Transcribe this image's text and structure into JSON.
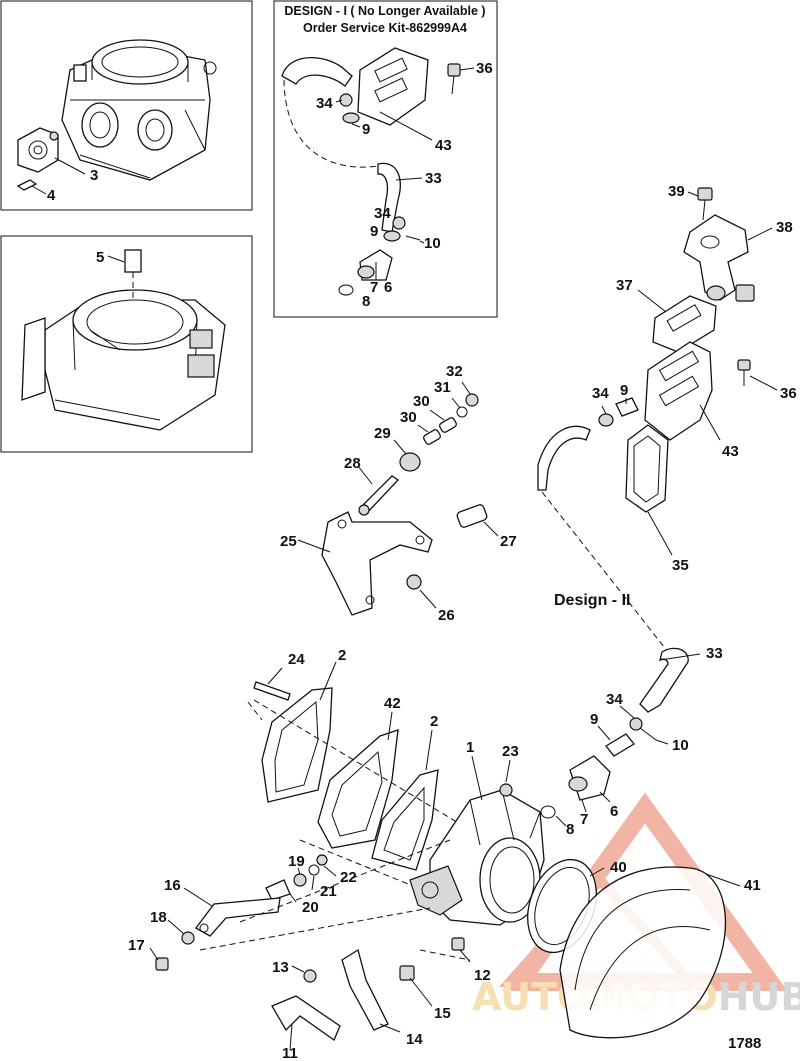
{
  "inset_design1": {
    "title": "DESIGN - I  ( No Longer Available )",
    "subtitle": "Order Service Kit-862999A4"
  },
  "design2_label": "Design - II",
  "figure_number": "1788",
  "watermark": {
    "text_part1": "AUTOMOTO",
    "text_part2": "HUB",
    "color_primary": "#f0b6a6",
    "color_secondary": "#f6d49a",
    "color_hub": "#c9c9c9"
  },
  "callouts": [
    {
      "id": "c3",
      "text": "3"
    },
    {
      "id": "c4",
      "text": "4"
    },
    {
      "id": "c5",
      "text": "5"
    },
    {
      "id": "c36a",
      "text": "36"
    },
    {
      "id": "c34a",
      "text": "34"
    },
    {
      "id": "c9a",
      "text": "9"
    },
    {
      "id": "c43a",
      "text": "43"
    },
    {
      "id": "c33a",
      "text": "33"
    },
    {
      "id": "c34b",
      "text": "34"
    },
    {
      "id": "c9b",
      "text": "9"
    },
    {
      "id": "c10a",
      "text": "10"
    },
    {
      "id": "c7a",
      "text": "7"
    },
    {
      "id": "c6a",
      "text": "6"
    },
    {
      "id": "c8a",
      "text": "8"
    },
    {
      "id": "c39",
      "text": "39"
    },
    {
      "id": "c38",
      "text": "38"
    },
    {
      "id": "c37",
      "text": "37"
    },
    {
      "id": "c36b",
      "text": "36"
    },
    {
      "id": "c34c",
      "text": "34"
    },
    {
      "id": "c9c",
      "text": "9"
    },
    {
      "id": "c43b",
      "text": "43"
    },
    {
      "id": "c35",
      "text": "35"
    },
    {
      "id": "c32",
      "text": "32"
    },
    {
      "id": "c31",
      "text": "31"
    },
    {
      "id": "c30a",
      "text": "30"
    },
    {
      "id": "c30b",
      "text": "30"
    },
    {
      "id": "c29",
      "text": "29"
    },
    {
      "id": "c28",
      "text": "28"
    },
    {
      "id": "c25",
      "text": "25"
    },
    {
      "id": "c27",
      "text": "27"
    },
    {
      "id": "c26",
      "text": "26"
    },
    {
      "id": "c24",
      "text": "24"
    },
    {
      "id": "c2a",
      "text": "2"
    },
    {
      "id": "c42",
      "text": "42"
    },
    {
      "id": "c2b",
      "text": "2"
    },
    {
      "id": "c1",
      "text": "1"
    },
    {
      "id": "c23",
      "text": "23"
    },
    {
      "id": "c33b",
      "text": "33"
    },
    {
      "id": "c34d",
      "text": "34"
    },
    {
      "id": "c9d",
      "text": "9"
    },
    {
      "id": "c10b",
      "text": "10"
    },
    {
      "id": "c7b",
      "text": "7"
    },
    {
      "id": "c6b",
      "text": "6"
    },
    {
      "id": "c8b",
      "text": "8"
    },
    {
      "id": "c40",
      "text": "40"
    },
    {
      "id": "c41",
      "text": "41"
    },
    {
      "id": "c19",
      "text": "19"
    },
    {
      "id": "c22",
      "text": "22"
    },
    {
      "id": "c21",
      "text": "21"
    },
    {
      "id": "c20",
      "text": "20"
    },
    {
      "id": "c16",
      "text": "16"
    },
    {
      "id": "c18",
      "text": "18"
    },
    {
      "id": "c17",
      "text": "17"
    },
    {
      "id": "c13",
      "text": "13"
    },
    {
      "id": "c12",
      "text": "12"
    },
    {
      "id": "c15",
      "text": "15"
    },
    {
      "id": "c14",
      "text": "14"
    },
    {
      "id": "c11",
      "text": "11"
    }
  ]
}
